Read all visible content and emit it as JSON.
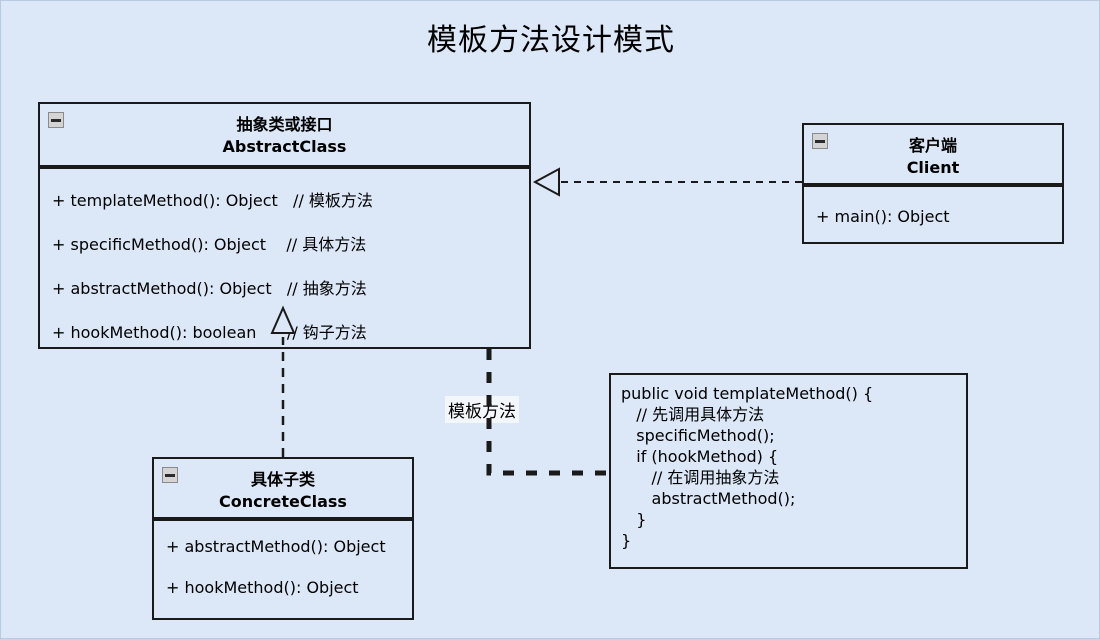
{
  "title": "模板方法设计模式",
  "colors": {
    "canvas_bg": "#dce7f7",
    "box_bg": "#dce7f7",
    "line": "#1a1a1a",
    "label_bg": "#f3f6fb"
  },
  "classes": {
    "abstract": {
      "name_cn": "抽象类或接口",
      "name_en": "AbstractClass",
      "collapse_icon": "minus-icon",
      "members": [
        "+ templateMethod(): Object   // 模板方法",
        "+ specificMethod(): Object    // 具体方法",
        "+ abstractMethod(): Object   // 抽象方法",
        "+ hookMethod(): boolean      // 钩子方法"
      ]
    },
    "client": {
      "name_cn": "客户端",
      "name_en": "Client",
      "collapse_icon": "minus-icon",
      "members": [
        "+ main(): Object"
      ]
    },
    "concrete": {
      "name_cn": "具体子类",
      "name_en": "ConcreteClass",
      "collapse_icon": "minus-icon",
      "members": [
        "+ abstractMethod(): Object",
        "+ hookMethod(): Object"
      ]
    }
  },
  "note": {
    "code": "public void templateMethod() {\n   // 先调用具体方法\n   specificMethod();\n   if (hookMethod) {\n      // 在调用抽象方法\n      abstractMethod();\n   }\n}"
  },
  "connectors": {
    "template_method_label": "模板方法",
    "client_to_abstract": "dependency-dashed-hollow-triangle",
    "concrete_to_abstract": "realization-dashed-hollow-triangle",
    "abstract_to_note": "note-anchor-dashed"
  }
}
